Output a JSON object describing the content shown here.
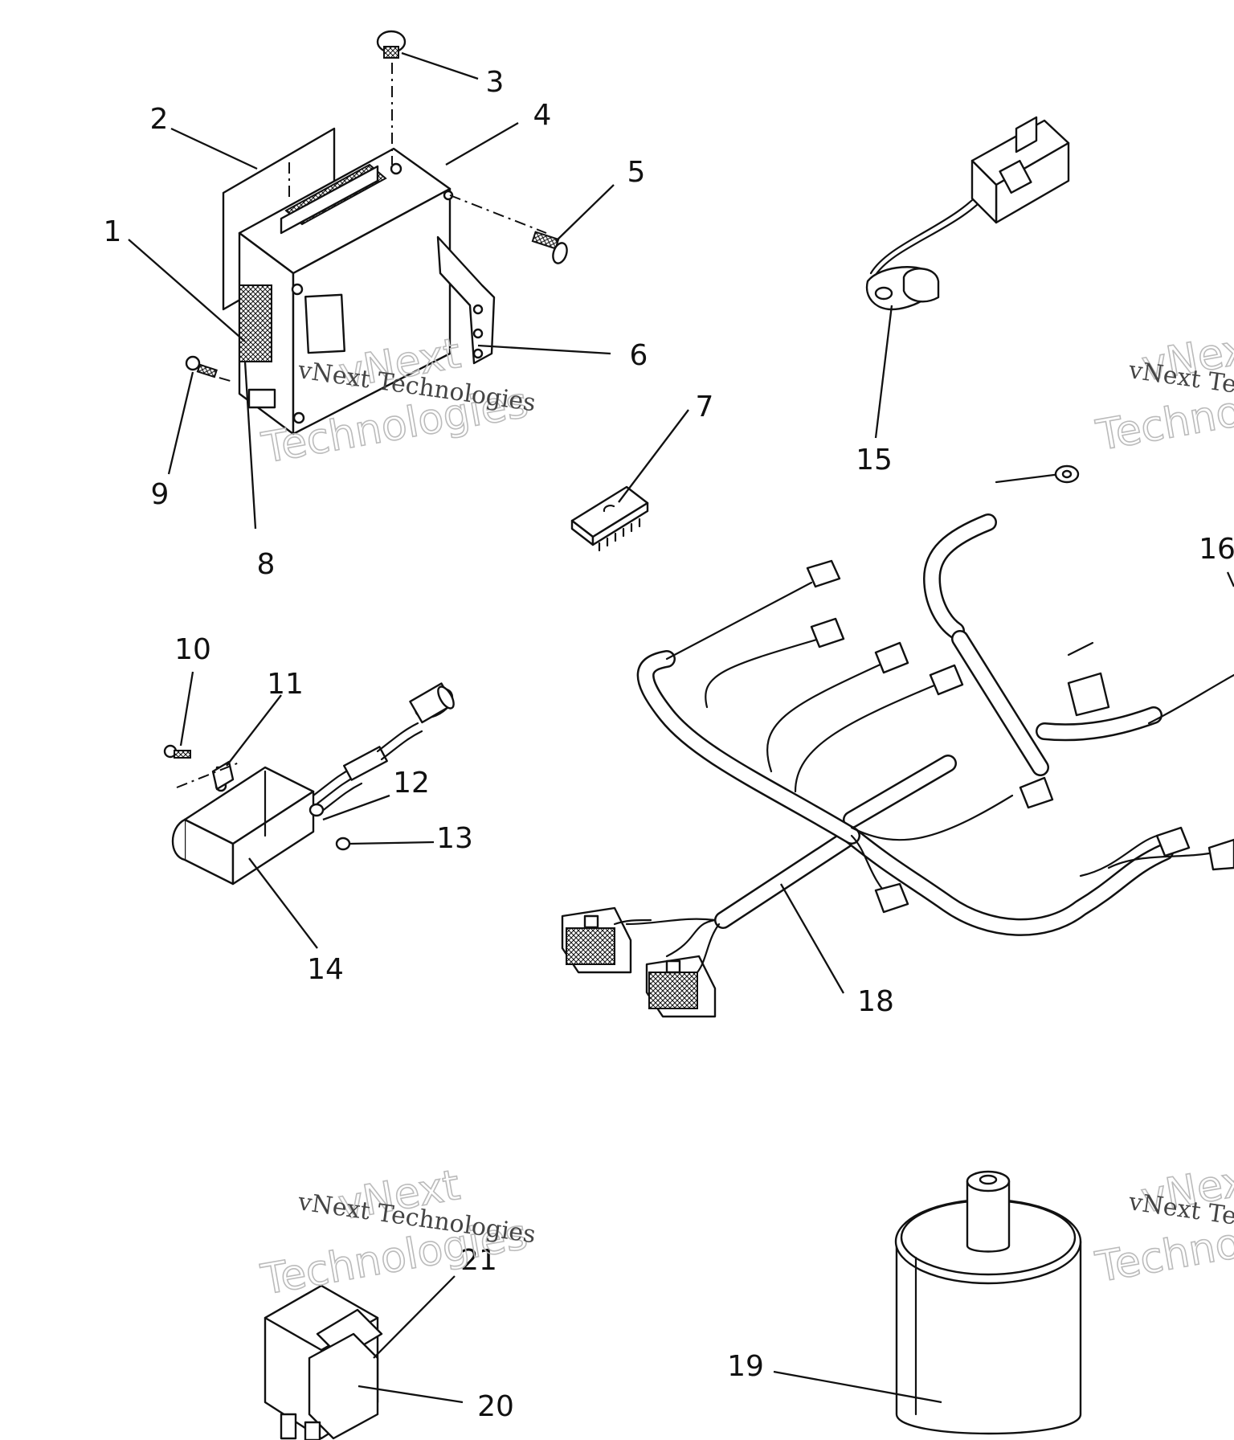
{
  "callouts": [
    {
      "id": "1",
      "label": "1"
    },
    {
      "id": "2",
      "label": "2"
    },
    {
      "id": "3",
      "label": "3"
    },
    {
      "id": "4",
      "label": "4"
    },
    {
      "id": "5",
      "label": "5"
    },
    {
      "id": "6",
      "label": "6"
    },
    {
      "id": "7",
      "label": "7"
    },
    {
      "id": "8",
      "label": "8"
    },
    {
      "id": "9",
      "label": "9"
    },
    {
      "id": "10",
      "label": "10"
    },
    {
      "id": "11",
      "label": "11"
    },
    {
      "id": "12",
      "label": "12"
    },
    {
      "id": "13",
      "label": "13"
    },
    {
      "id": "14",
      "label": "14"
    },
    {
      "id": "15",
      "label": "15"
    },
    {
      "id": "16",
      "label": "16"
    },
    {
      "id": "18",
      "label": "18"
    },
    {
      "id": "19",
      "label": "19"
    },
    {
      "id": "20",
      "label": "20"
    },
    {
      "id": "21",
      "label": "21"
    }
  ],
  "watermark": {
    "line1": "vNext Technologies",
    "line2": "vNext",
    "line3": "Technologies"
  }
}
